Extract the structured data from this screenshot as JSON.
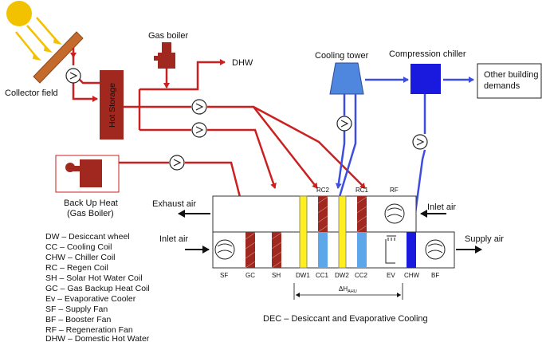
{
  "labels": {
    "collector_field": "Collector field",
    "gas_boiler": "Gas boiler",
    "hot_storage": "Hot Storage",
    "dhw": "DHW",
    "cooling_tower": "Cooling tower",
    "compression_chiller": "Compression chiller",
    "other_demands_line1": "Other building",
    "other_demands_line2": "demands",
    "backup_line1": "Back Up Heat",
    "backup_line2": "(Gas Boiler)",
    "exhaust_air": "Exhaust air",
    "inlet_air_top": "Inlet air",
    "inlet_air_bottom": "Inlet air",
    "supply_air": "Supply air",
    "delta_h": "ΔH",
    "delta_h_sub": "AHU",
    "caption": "DEC – Desiccant and Evaporative Cooling"
  },
  "components": {
    "rc2": "RC2",
    "rc1": "RC1",
    "rf": "RF",
    "sf": "SF",
    "gc": "GC",
    "sh": "SH",
    "dw1": "DW1",
    "cc1": "CC1",
    "dw2": "DW2",
    "cc2": "CC2",
    "ev": "EV",
    "chw": "CHW",
    "bf": "BF"
  },
  "legend": [
    "DW – Desiccant wheel",
    "CC – Cooling Coil",
    "CHW – Chiller Coil",
    "RC – Regen Coil",
    "SH – Solar Hot Water Coil",
    "GC – Gas Backup Heat Coil",
    "Ev – Evaporative Cooler",
    "SF – Supply Fan",
    "BF – Booster Fan",
    "RF – Regeneration Fan",
    "DHW – Domestic Hot Water"
  ],
  "colors": {
    "hot_line": "#cc1f1f",
    "cold_line": "#3c4de0",
    "coil_red": "#a0281e",
    "coil_blue": "#5da6ea",
    "desiccant_yellow": "#ffef1f",
    "chiller_blue": "#1a1adf",
    "sun": "#f2c200",
    "collector": "#c46a2c"
  }
}
